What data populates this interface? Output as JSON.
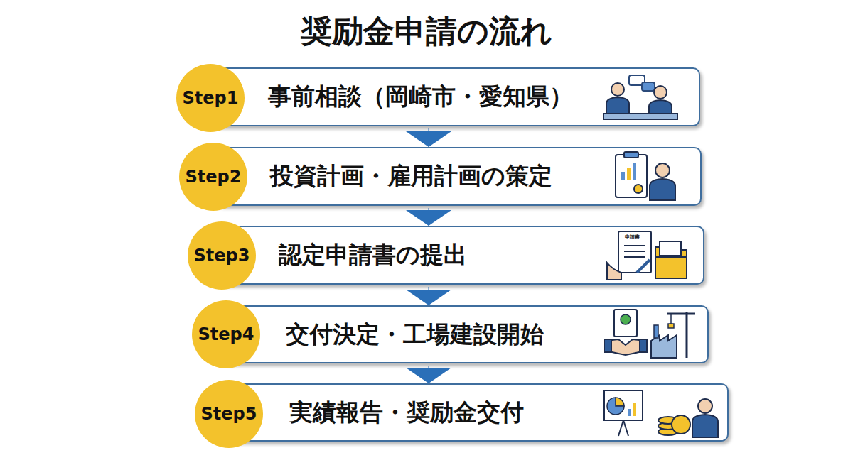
{
  "diagram": {
    "title": "奨励金申請の流れ",
    "nodes": [
      {
        "text": [
          "Step1"
        ]
      },
      {
        "text": [
          "事前相談（岡崎市・愛知県）"
        ]
      },
      {
        "text": [
          "Step2"
        ]
      },
      {
        "text": [
          "投資計画・雇用計画の策定"
        ]
      },
      {
        "text": [
          "Step3"
        ]
      },
      {
        "text": [
          "認定申請書の提出"
        ]
      },
      {
        "text": [
          "Step4"
        ]
      },
      {
        "text": [
          "交付決定・工場建設開始"
        ]
      },
      {
        "text": [
          "Step5"
        ]
      },
      {
        "text": [
          "実績報告・奨励金交付"
        ]
      }
    ],
    "edges": [
      {
        "from": 1,
        "to": 3,
        "arrow": "to"
      },
      {
        "from": 3,
        "to": 5,
        "arrow": "to"
      },
      {
        "from": 5,
        "to": 7,
        "arrow": "to"
      },
      {
        "from": 7,
        "to": 9,
        "arrow": "to"
      }
    ],
    "labels": [
      "申請書"
    ]
  }
}
